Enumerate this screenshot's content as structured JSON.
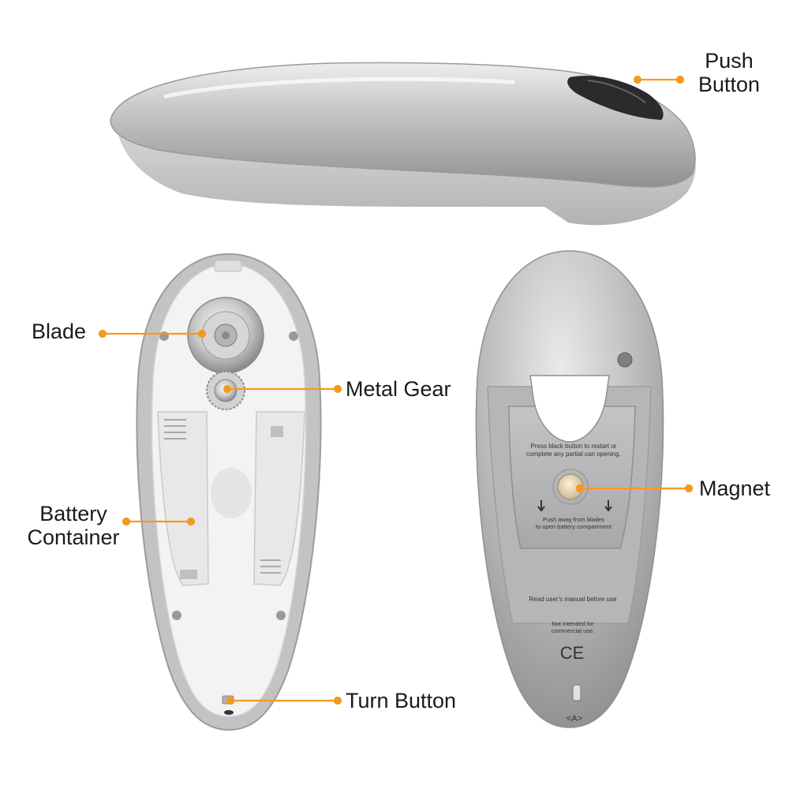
{
  "callouts": {
    "push_button": {
      "line1": "Push",
      "line2": "Button"
    },
    "blade": "Blade",
    "metal_gear": "Metal Gear",
    "battery_container": {
      "line1": "Battery",
      "line2": "Container"
    },
    "magnet": "Magnet",
    "turn_button": "Turn Button"
  },
  "device_text": {
    "instruction_1": "Press black button to restart or",
    "instruction_2": "complete any partial can opening.",
    "battery_note_1": "Push away from blades",
    "battery_note_2": "to open battery compartment",
    "manual_note": "Read user's manual before use",
    "commercial_1": "Not intended for",
    "commercial_2": "commercial use.",
    "ce_mark": "CE",
    "recycle_mark": "<A>"
  },
  "colors": {
    "callout_line": "#f39a1e",
    "body_silver": "#b9b9bb",
    "inner_white": "#f2f2f2",
    "push_button": "#2b2b2b"
  }
}
